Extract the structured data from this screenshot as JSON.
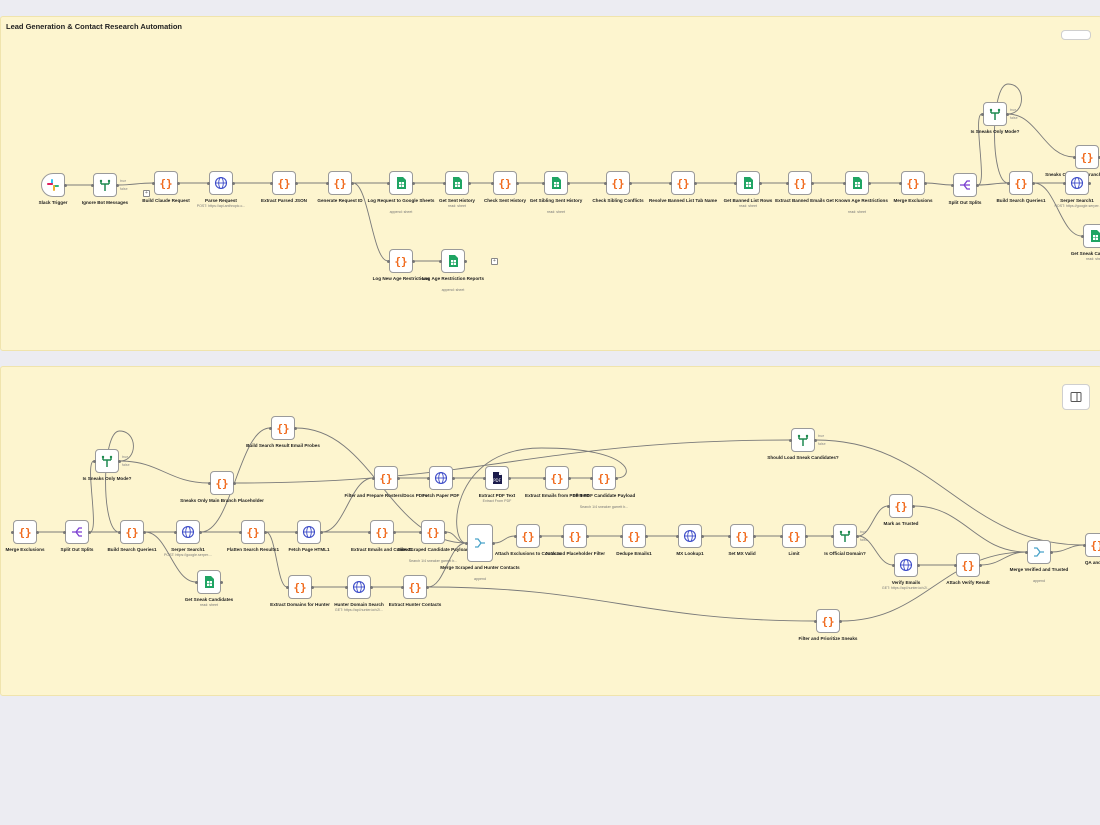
{
  "workflow_title": "Lead Generation & Contact Research Automation",
  "colors": {
    "canvas": "#ececf2",
    "group_bg": "#fdf5cf",
    "code_icon": "#f06a1d",
    "sheets_icon": "#1fa463",
    "http_icon": "#3d4cc8",
    "if_icon": "#1f8a50",
    "split_icon": "#7b3fd1",
    "merge_icon": "#4aa3c9",
    "edge": "#7a7a7a"
  },
  "nodes": {
    "slack_trigger": {
      "label": "Slack Trigger",
      "icon": "slack-icon"
    },
    "ignore_bot_messages": {
      "label": "Ignore Bot Messages",
      "icon": "if-icon"
    },
    "build_claude_request": {
      "label": "Build Claude Request",
      "icon": "code-icon"
    },
    "parse_request": {
      "label": "Parse Request",
      "sub": "POST: https://api.anthropic.c...",
      "icon": "http-icon"
    },
    "extract_parsed_json": {
      "label": "Extract Parsed JSON",
      "icon": "code-icon"
    },
    "generate_request_id": {
      "label": "Generate Request ID",
      "icon": "code-icon"
    },
    "log_request": {
      "label": "Log Request to Google Sheets",
      "sub": "append: sheet",
      "icon": "sheets-icon"
    },
    "get_sent_history": {
      "label": "Get Sent History",
      "sub": "read: sheet",
      "icon": "sheets-icon"
    },
    "check_sent_history": {
      "label": "Check Sent History",
      "icon": "code-icon"
    },
    "get_sibling_sent_history": {
      "label": "Get Sibling Sent History",
      "sub": "read: sheet",
      "icon": "sheets-icon"
    },
    "check_sibling_conflicts": {
      "label": "Check Sibling Conflicts",
      "icon": "code-icon"
    },
    "resolve_banned_list": {
      "label": "Resolve Banned List Tab Name",
      "icon": "code-icon"
    },
    "get_banned_list_rows": {
      "label": "Get Banned List Rows",
      "sub": "read: sheet",
      "icon": "sheets-icon"
    },
    "extract_banned_emails": {
      "label": "Extract Banned Emails",
      "icon": "code-icon"
    },
    "get_known_age": {
      "label": "Get Known Age Restrictions",
      "sub": "read: sheet",
      "icon": "sheets-icon"
    },
    "merge_exclusions_top": {
      "label": "Merge Exclusions",
      "icon": "code-icon"
    },
    "split_out_splits_top": {
      "label": "Split Out Splits",
      "icon": "split-icon"
    },
    "build_search_queries_top": {
      "label": "Build Search Queries1",
      "icon": "code-icon"
    },
    "is_sneaks_only_top": {
      "label": "Is Sneaks Only Mode?",
      "icon": "if-icon"
    },
    "sneaks_only_main_top": {
      "label": "Sneaks Only Main Branch Placeholder",
      "icon": "code-icon"
    },
    "serper_search_top": {
      "label": "Serper Search1",
      "sub": "POST: https://google.serper.",
      "icon": "http-icon"
    },
    "get_sneak_top": {
      "label": "Get Sneak Candidates",
      "sub": "read: sheet",
      "icon": "sheets-icon"
    },
    "log_new_age": {
      "label": "Log New Age Restrictions",
      "icon": "code-icon"
    },
    "log_age_reports": {
      "label": "Log Age Restriction Reports",
      "sub": "append: sheet",
      "icon": "sheets-icon"
    },
    "merge_exclusions": {
      "label": "Merge Exclusions",
      "icon": "code-icon"
    },
    "split_out_splits": {
      "label": "Split Out Splits",
      "icon": "split-icon"
    },
    "is_sneaks_only": {
      "label": "Is Sneaks Only Mode?",
      "icon": "if-icon"
    },
    "build_search_queries": {
      "label": "Build Search Queries1",
      "icon": "code-icon"
    },
    "sneaks_only_main": {
      "label": "Sneaks Only Main Branch Placeholder",
      "icon": "code-icon"
    },
    "serper_search": {
      "label": "Serper Search1",
      "sub": "POST: https://google.serper....",
      "icon": "http-icon"
    },
    "get_sneak_candidates": {
      "label": "Get Sneak Candidates",
      "sub": "read: sheet",
      "icon": "sheets-icon"
    },
    "build_search_probes": {
      "label": "Build Search Result Email Probes",
      "icon": "code-icon"
    },
    "flatten_search_results": {
      "label": "Flatten Search Results1",
      "icon": "code-icon"
    },
    "extract_domains_hunter": {
      "label": "Extract Domains for Hunter",
      "icon": "code-icon"
    },
    "fetch_page_html": {
      "label": "Fetch Page HTML1",
      "icon": "http-icon"
    },
    "hunter_domain_search": {
      "label": "Hunter Domain Search",
      "sub": "GET: https://api.hunter.io/v2/...",
      "icon": "http-icon"
    },
    "filter_prepare_pdfs": {
      "label": "Filter and Prepare Rosters/Docs PDFs",
      "icon": "code-icon"
    },
    "fetch_paper_pdf": {
      "label": "Fetch Paper PDF",
      "icon": "http-icon"
    },
    "extract_pdf_text": {
      "label": "Extract PDF Text",
      "sub": "Extract From PDF",
      "icon": "pdf-icon"
    },
    "extract_emails_pdf": {
      "label": "Extract Emails from PDF Text",
      "icon": "code-icon"
    },
    "slim_pdf_candidate": {
      "label": "Slim PDF Candidate Payload",
      "sub": "Search 1/4 sneaker garrett b...",
      "icon": "code-icon"
    },
    "extract_emails_context": {
      "label": "Extract Emails and Context1",
      "icon": "code-icon"
    },
    "slim_scraped_candidate": {
      "label": "Slim Scraped Candidate Payload",
      "sub": "Search 1/4 sneaker garrett b...",
      "icon": "code-icon"
    },
    "extract_hunter_contacts": {
      "label": "Extract Hunter Contacts",
      "icon": "code-icon"
    },
    "merge_scraped_hunter": {
      "label": "Merge Scraped and Hunter Contacts",
      "sub": "append",
      "icon": "merge-icon"
    },
    "attach_exclusions": {
      "label": "Attach Exclusions to Contacts",
      "icon": "code-icon"
    },
    "junk_placeholder_filter": {
      "label": "Junk and Placeholder Filter",
      "icon": "code-icon"
    },
    "dedupe_emails": {
      "label": "Dedupe Emails1",
      "icon": "code-icon"
    },
    "mx_lookup": {
      "label": "MX Lookup1",
      "icon": "http-icon"
    },
    "set_mx_valid": {
      "label": "Set MX Valid",
      "icon": "code-icon"
    },
    "limit": {
      "label": "Limit",
      "icon": "code-icon"
    },
    "is_official_domain": {
      "label": "Is Official Domain?",
      "icon": "if-icon"
    },
    "mark_as_trusted": {
      "label": "Mark as Trusted",
      "icon": "code-icon"
    },
    "verify_emails": {
      "label": "Verify Emails",
      "sub": "GET: https://api.hunter.io/v2/...",
      "icon": "http-icon"
    },
    "attach_verify_result": {
      "label": "Attach Verify Result",
      "icon": "code-icon"
    },
    "merge_verified_trusted": {
      "label": "Merge Verified and Trusted",
      "sub": "append",
      "icon": "merge-icon"
    },
    "should_load_sneak": {
      "label": "Should Load Sneak Candidates?",
      "icon": "if-icon"
    },
    "filter_prioritize_sneaks": {
      "label": "Filter and Prioritize Sneaks",
      "icon": "code-icon"
    },
    "qa_and_s": {
      "label": "QA and S...",
      "icon": "code-icon"
    }
  },
  "edge_labels": {
    "true": "true",
    "false": "false"
  }
}
